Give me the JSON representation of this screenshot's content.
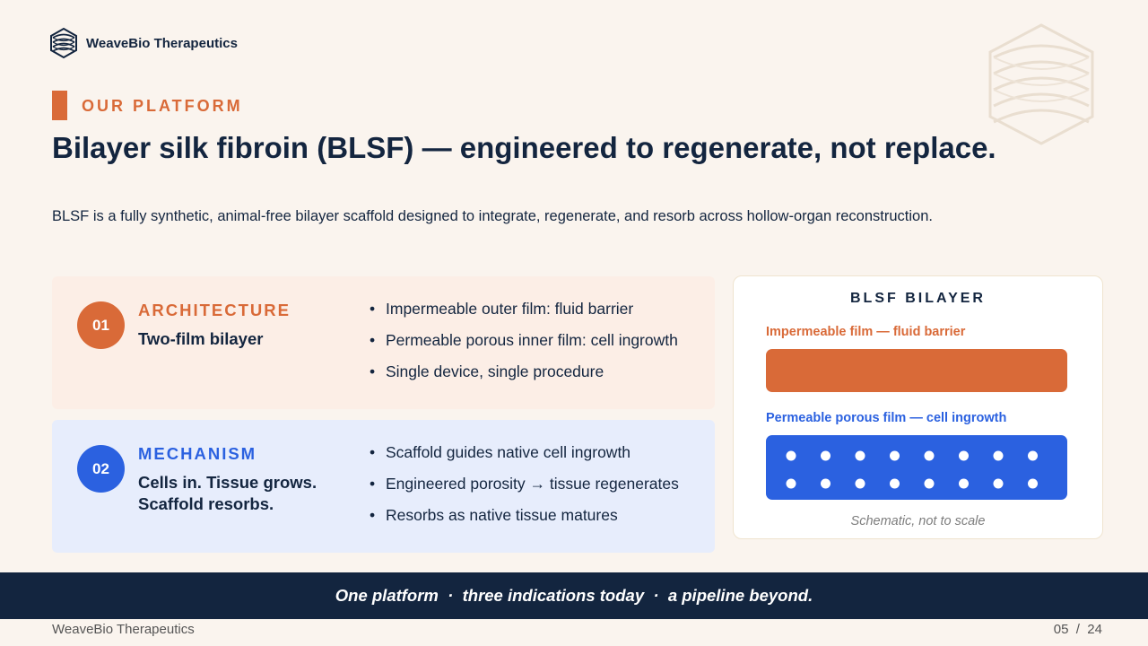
{
  "brand": {
    "name": "WeaveBio Therapeutics",
    "accent_orange": "#d96a38",
    "accent_blue": "#2b61e0",
    "navy": "#13253f"
  },
  "slide": {
    "eyebrow": "OUR PLATFORM",
    "title": "Bilayer silk fibroin (BLSF) — engineered to regenerate, not replace.",
    "subtitle": "BLSF is a fully synthetic, animal-free bilayer scaffold designed to integrate, regenerate, and resorb across hollow-organ reconstruction."
  },
  "cards": [
    {
      "number": "01",
      "label": "ARCHITECTURE",
      "heading": "Two-film bilayer",
      "bullets": [
        "Impermeable outer film: fluid barrier",
        "Permeable porous inner film: cell ingrowth",
        "Single device, single procedure"
      ]
    },
    {
      "number": "02",
      "label": "MECHANISM",
      "heading": "Cells in. Tissue grows. Scaffold resorbs.",
      "bullets": [
        "Scaffold guides native cell ingrowth",
        "Engineered porosity → tissue regenerates",
        "Resorbs as native tissue matures"
      ]
    }
  ],
  "diagram": {
    "title": "BLSF BILAYER",
    "top_film_label": "Impermeable film — fluid barrier",
    "bottom_film_label": "Permeable porous film — cell ingrowth",
    "note": "Schematic, not to scale"
  },
  "banner": {
    "text": "One platform  ·  three indications today  ·  a pipeline beyond."
  },
  "footer": {
    "company": "WeaveBio Therapeutics",
    "page": "05  /  24"
  }
}
